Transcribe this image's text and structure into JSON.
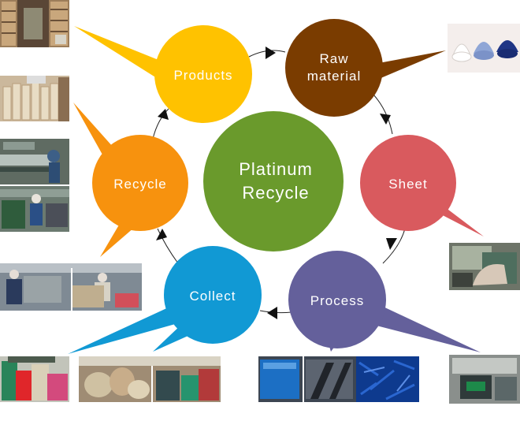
{
  "center": {
    "line1": "Platinum",
    "line2": "Recycle",
    "color": "#6a9a2c"
  },
  "nodes": [
    {
      "id": "products",
      "lines": [
        "Products"
      ],
      "color": "#ffc200"
    },
    {
      "id": "raw-material",
      "lines": [
        "Raw",
        "material"
      ],
      "color": "#7a3c00"
    },
    {
      "id": "sheet",
      "lines": [
        "Sheet"
      ],
      "color": "#d95a5e"
    },
    {
      "id": "process",
      "lines": [
        "Process"
      ],
      "color": "#64609b"
    },
    {
      "id": "collect",
      "lines": [
        "Collect"
      ],
      "color": "#1199d4"
    },
    {
      "id": "recycle",
      "lines": [
        "Recycle"
      ],
      "color": "#f7920e"
    }
  ],
  "cycle_order": [
    "products",
    "raw-material",
    "sheet",
    "process",
    "collect",
    "recycle"
  ],
  "photos": [
    {
      "id": "warehouse-shelves"
    },
    {
      "id": "paper-rolls"
    },
    {
      "id": "extrusion-line"
    },
    {
      "id": "worker-machine"
    },
    {
      "id": "plastic-pellets"
    },
    {
      "id": "sheet-forming-machine"
    },
    {
      "id": "recycling-workers"
    },
    {
      "id": "collected-bags"
    },
    {
      "id": "collected-bundles"
    },
    {
      "id": "blue-containers"
    },
    {
      "id": "blue-pellets"
    },
    {
      "id": "process-machine"
    }
  ]
}
